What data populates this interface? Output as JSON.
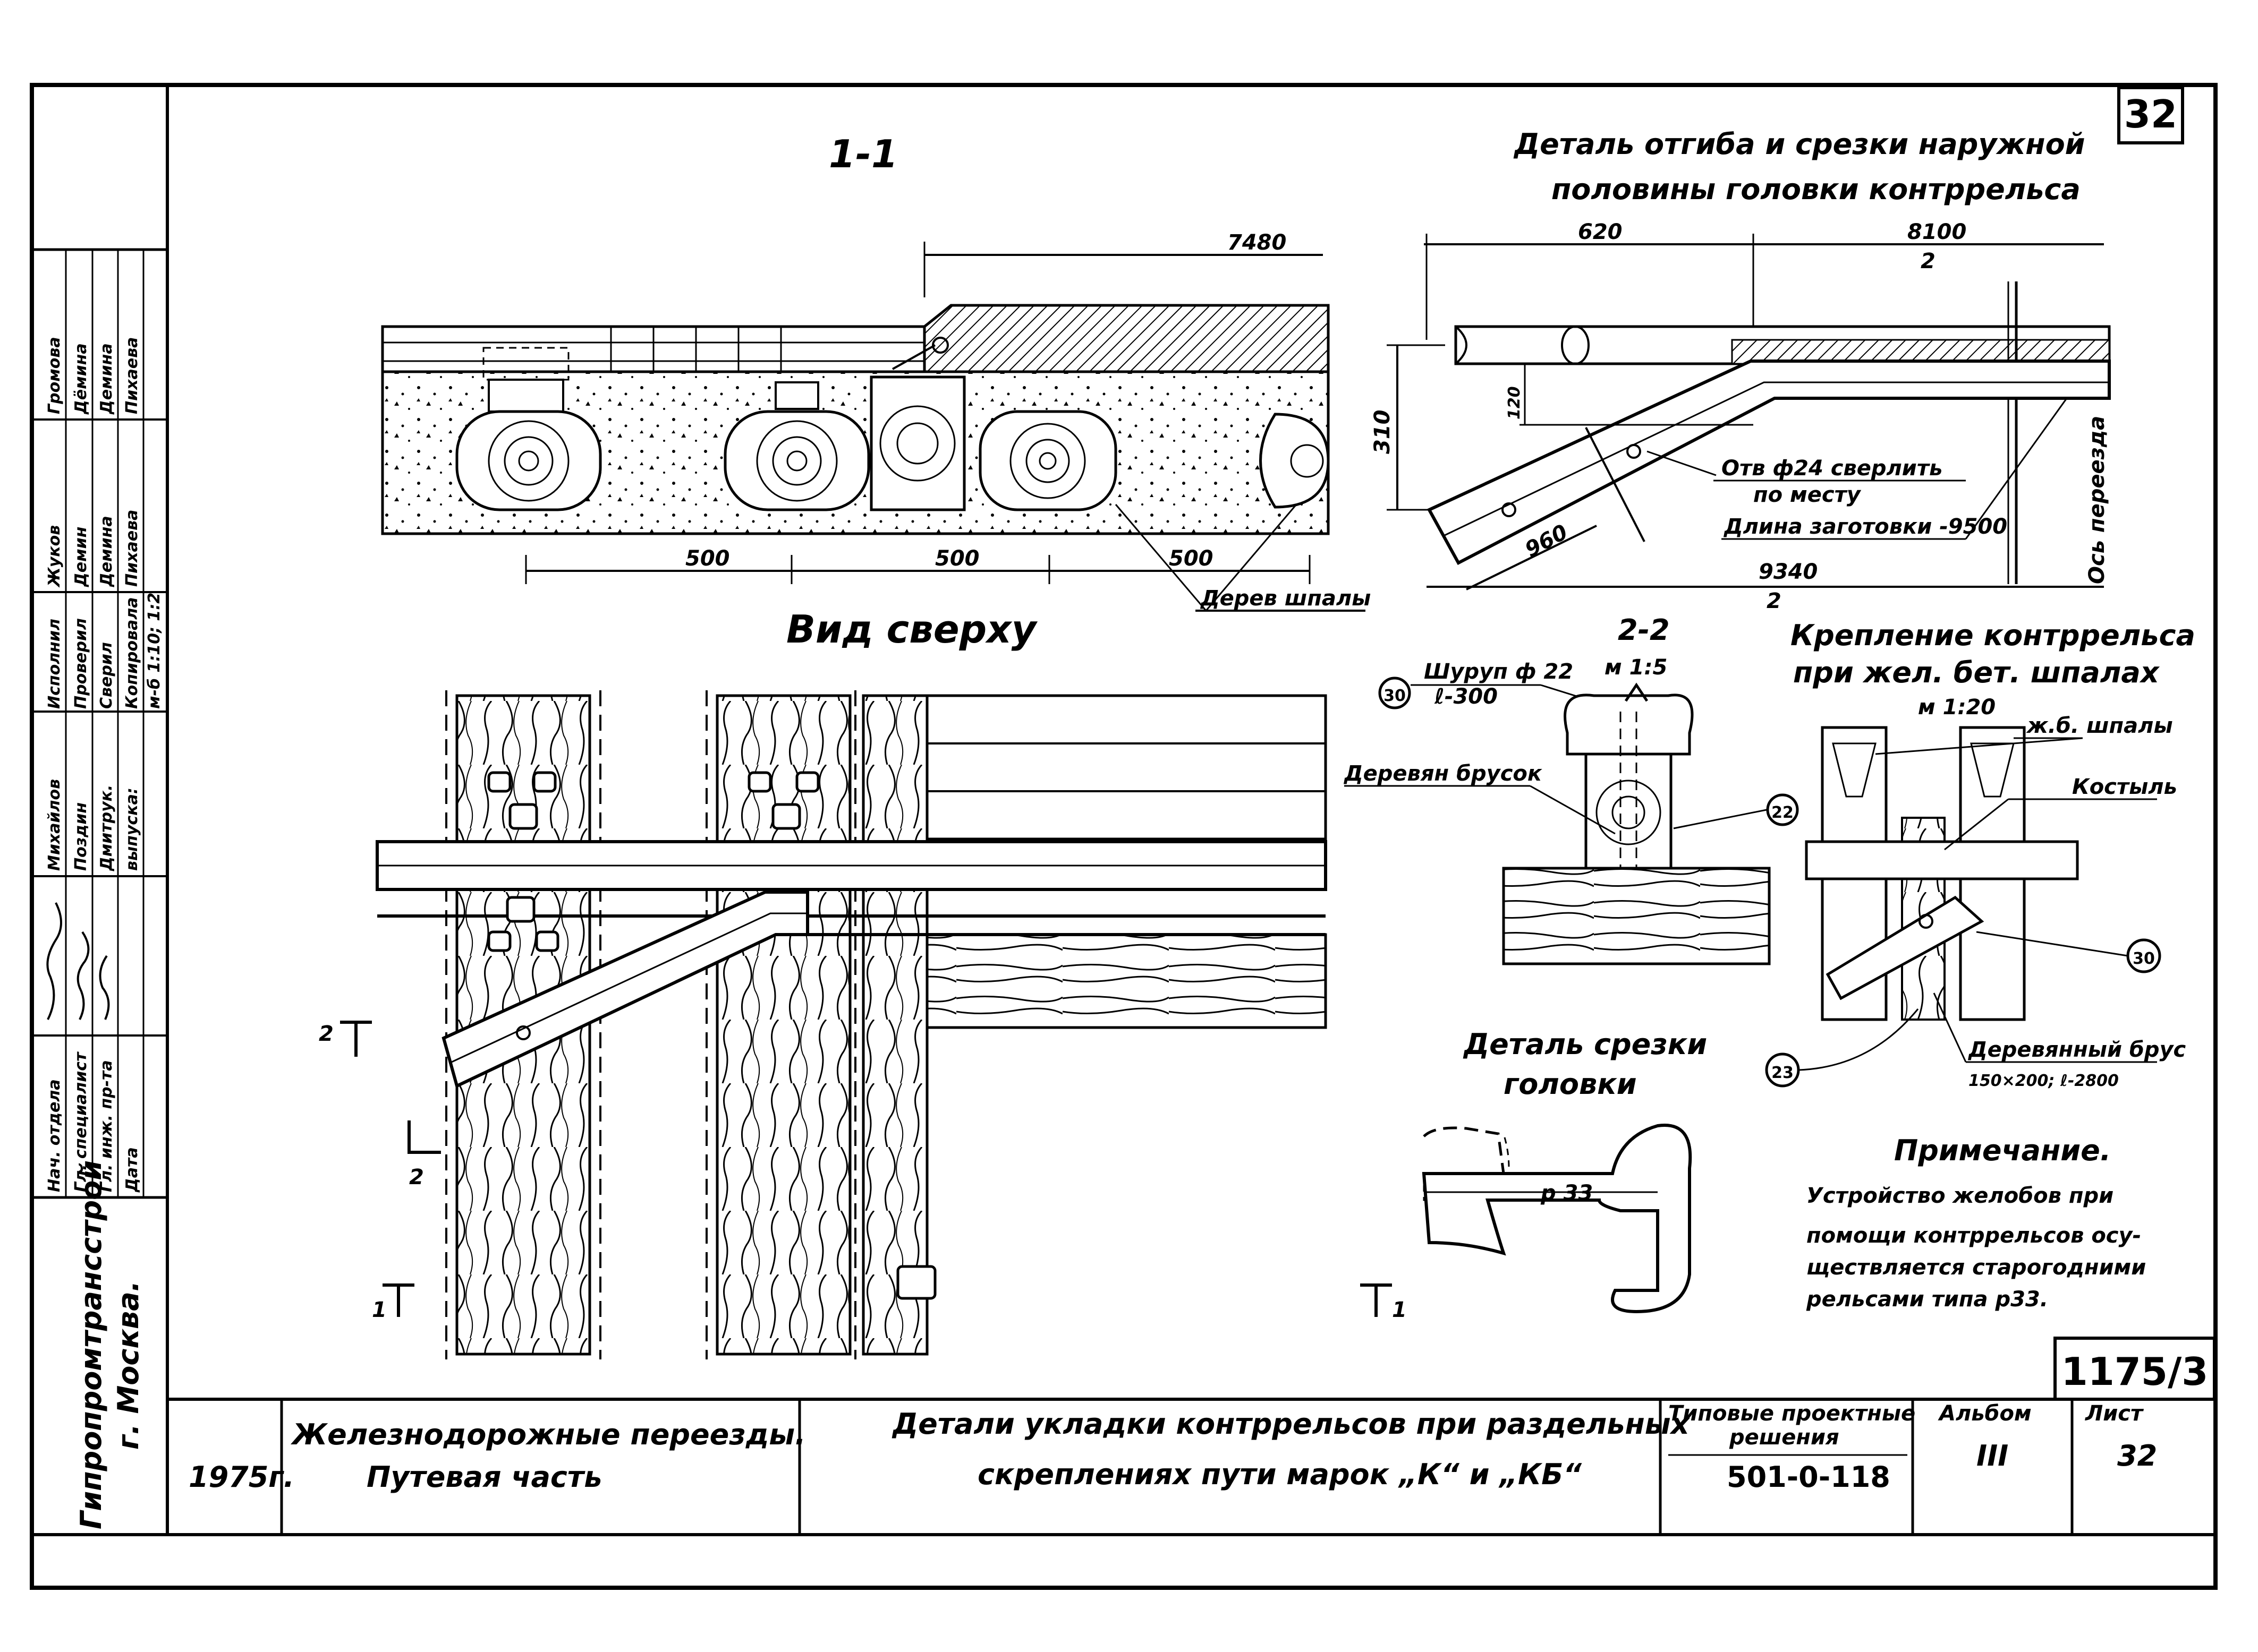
{
  "sheet": {
    "sheet_number": "32",
    "drawing_number": "1175/3"
  },
  "views": {
    "section_1_1": {
      "title": "1-1",
      "dim_total": "7480",
      "dim_spacing": [
        "500",
        "500",
        "500"
      ],
      "label_sleepers": "Дерев шпалы"
    },
    "top_view": {
      "title": "Вид сверху",
      "cut_2_mark": "2",
      "cut_1_mark": "1"
    },
    "bend_detail": {
      "title_line1": "Деталь отгиба и срезки наружной",
      "title_line2": "половины головки контррельса",
      "dim_620": "620",
      "dim_half_top_num": "8100",
      "dim_half_top_den": "2",
      "dim_half_bottom_num": "9340",
      "dim_half_bottom_den": "2",
      "dim_310": "310",
      "dim_120": "120",
      "dim_960": "960",
      "note_hole_1": "Отв ф24 сверлить",
      "note_hole_2": "по месту",
      "note_blank": "Длина заготовки -9500",
      "note_axis": "Ось переезда"
    },
    "section_2_2": {
      "title": "2-2",
      "scale": "м 1:5",
      "screw_callout": "30",
      "screw_label_1": "Шуруп ф 22",
      "screw_label_2": "ℓ-300",
      "wood_block_label": "Деревян брусок",
      "callout_22": "22"
    },
    "concrete_fastening": {
      "title_line1": "Крепление контррельса",
      "title_line2": "при жел. бет. шпалах",
      "scale": "м 1:20",
      "label_sleepers": "ж.б. шпалы",
      "label_spike": "Костыль",
      "label_bar_1": "Деревянный брус",
      "label_bar_2": "150×200; ℓ-2800",
      "callout_30": "30",
      "callout_23": "23"
    },
    "cut_detail": {
      "title_line1": "Деталь срезки",
      "title_line2": "головки",
      "rail_type": "р 33"
    },
    "note": {
      "title": "Примечание.",
      "lines": [
        "Устройство желобов при",
        "помощи контррельсов осу-",
        "ществляется старогодними",
        "рельсами типа р33."
      ]
    }
  },
  "title_block": {
    "organization_1": "Гипропромтрансстрой",
    "organization_2": "г. Москва.",
    "year": "1975г.",
    "project_1": "Железнодорожные переезды.",
    "project_2": "Путевая часть",
    "sheet_title_1": "Детали укладки контррельсов при раздельных",
    "sheet_title_2": "скреплениях пути марок „К“ и „КБ“",
    "series_1": "Типовые проектные",
    "series_2": "решения",
    "series_code": "501-0-118",
    "album_label": "Альбом",
    "album_value": "III",
    "sheet_label": "Лист",
    "sheet_value": "32"
  },
  "stamp": {
    "roles": [
      "Нач. отдела",
      "Гл. специалист",
      "Гл. инж. пр-та",
      "Дата"
    ],
    "names_1": [
      "Михайлов",
      "Поздин",
      "Дмитрук.",
      "выпуска:"
    ],
    "names_2": [
      "Исполнил",
      "Проверил",
      "Сверил",
      "Копировала",
      "м-б 1:10; 1:2"
    ],
    "names_3": [
      "Жуков",
      "Демин",
      "Демина",
      "Пихаева"
    ],
    "names_4": [
      "Громова",
      "Дёмина",
      "Демина",
      "Пихаева"
    ]
  }
}
